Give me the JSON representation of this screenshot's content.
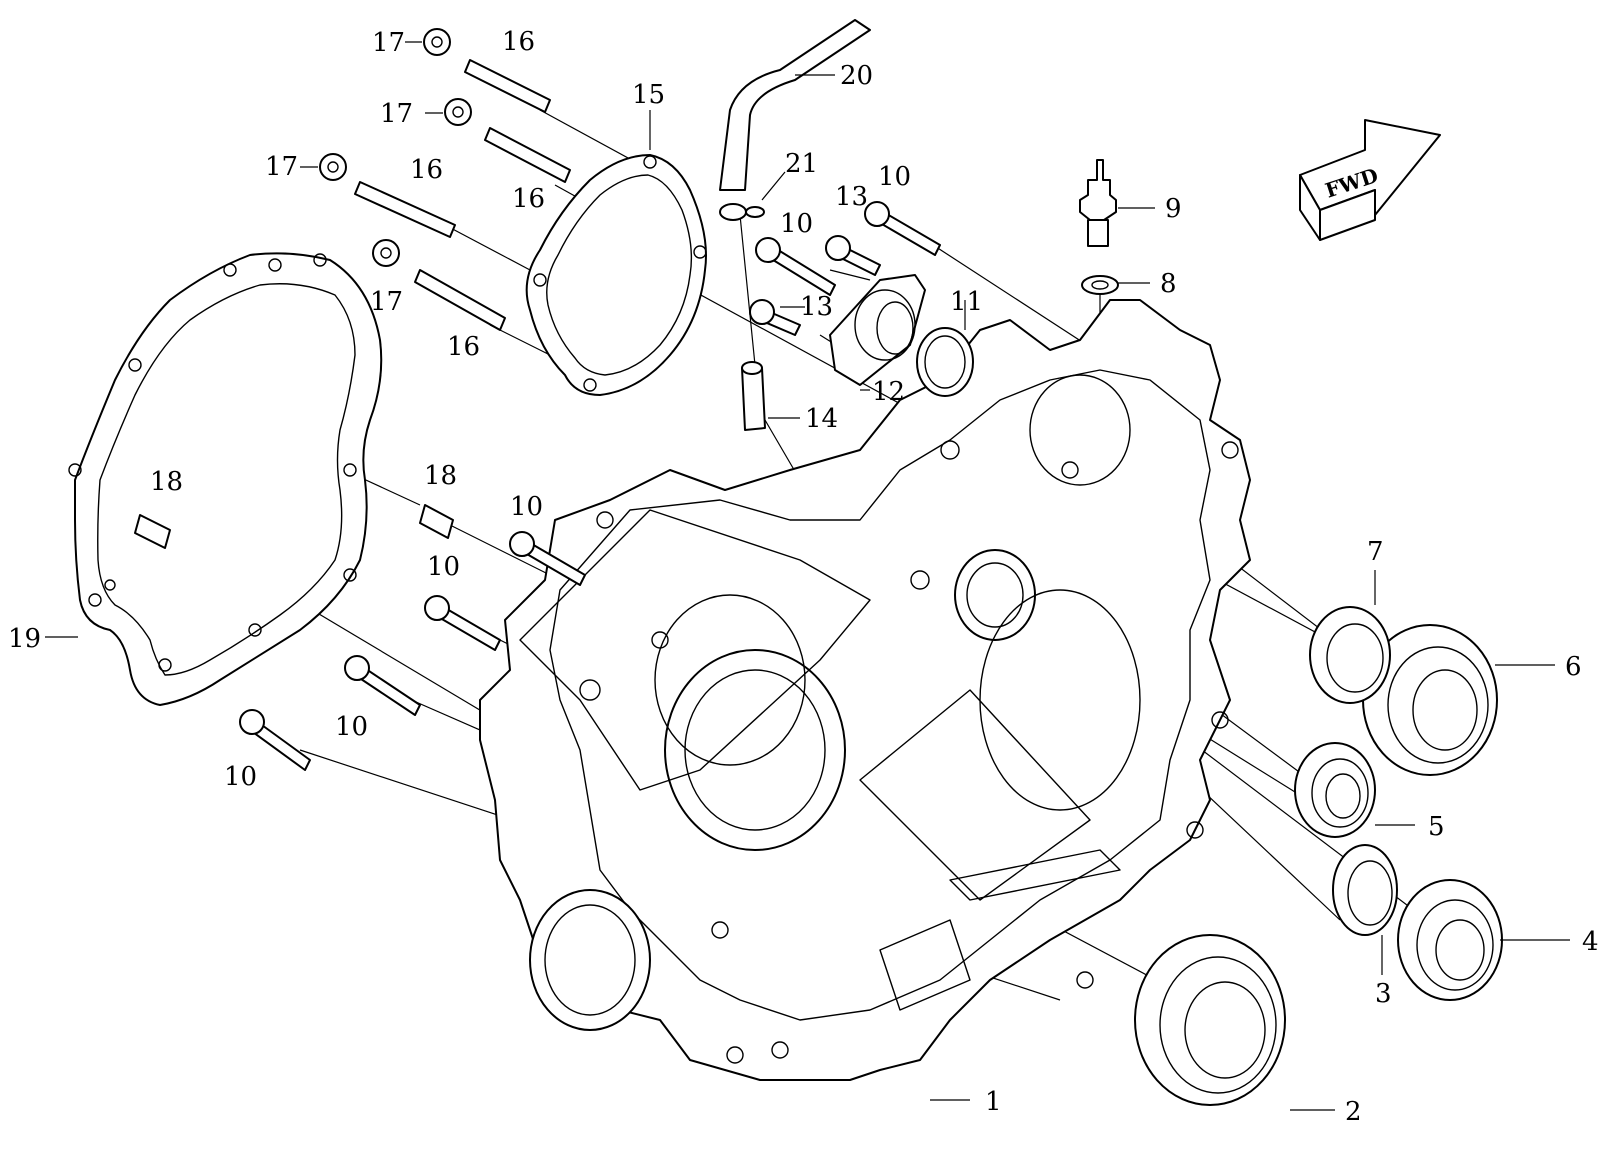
{
  "diagram": {
    "direction_label": "FWD",
    "callouts": [
      {
        "id": "1",
        "text": "1"
      },
      {
        "id": "2",
        "text": "2"
      },
      {
        "id": "3",
        "text": "3"
      },
      {
        "id": "4",
        "text": "4"
      },
      {
        "id": "5",
        "text": "5"
      },
      {
        "id": "6",
        "text": "6"
      },
      {
        "id": "7",
        "text": "7"
      },
      {
        "id": "8",
        "text": "8"
      },
      {
        "id": "9",
        "text": "9"
      },
      {
        "id": "10",
        "text": "10"
      },
      {
        "id": "11",
        "text": "11"
      },
      {
        "id": "12",
        "text": "12"
      },
      {
        "id": "13",
        "text": "13"
      },
      {
        "id": "14",
        "text": "14"
      },
      {
        "id": "15",
        "text": "15"
      },
      {
        "id": "16",
        "text": "16"
      },
      {
        "id": "17",
        "text": "17"
      },
      {
        "id": "18",
        "text": "18"
      },
      {
        "id": "19",
        "text": "19"
      },
      {
        "id": "20",
        "text": "20"
      },
      {
        "id": "21",
        "text": "21"
      }
    ]
  }
}
